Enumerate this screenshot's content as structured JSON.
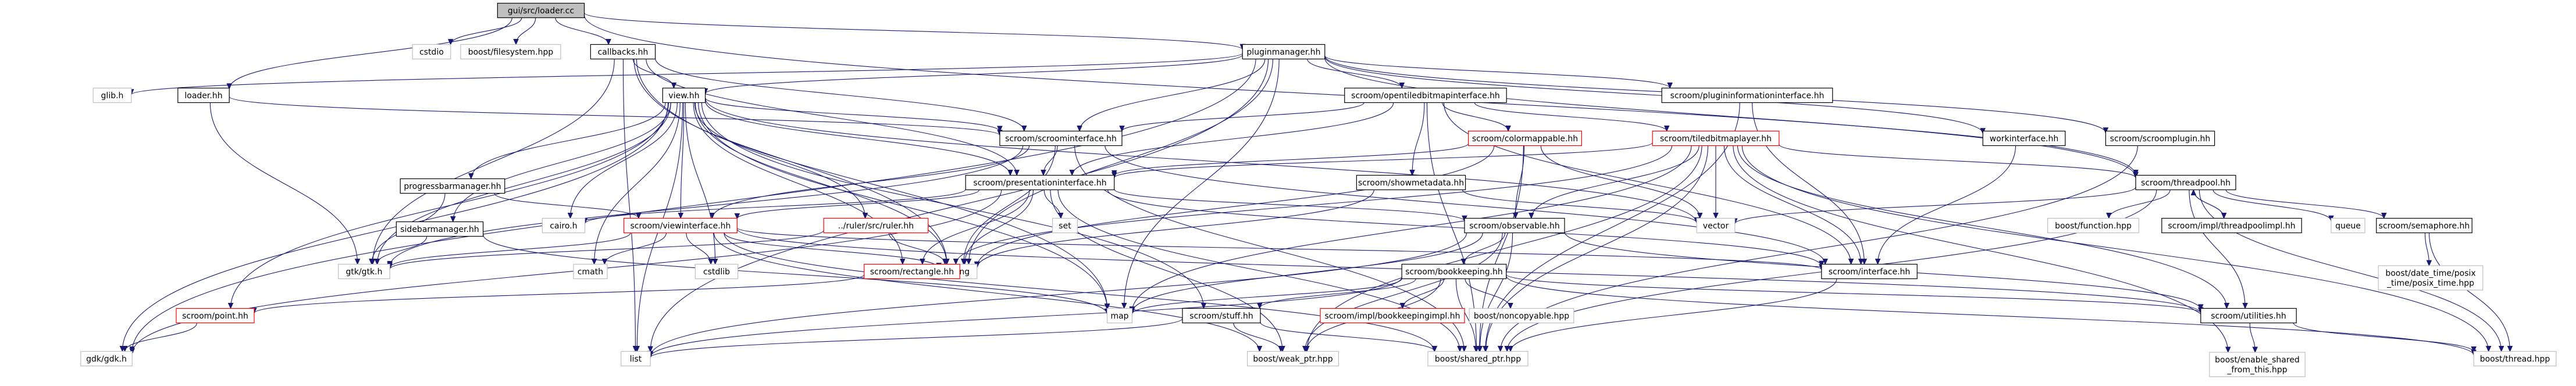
{
  "diagram": {
    "title": "",
    "nodes": [
      {
        "id": "loader_cc",
        "label": "gui/src/loader.cc",
        "style": "gray"
      },
      {
        "id": "cstdio",
        "label": "cstdio",
        "style": "light"
      },
      {
        "id": "fs",
        "label": "boost/filesystem.hpp",
        "style": "light"
      },
      {
        "id": "callbacks",
        "label": "callbacks.hh",
        "style": "normal"
      },
      {
        "id": "pluginmanager",
        "label": "pluginmanager.hh",
        "style": "normal"
      },
      {
        "id": "glib",
        "label": "glib.h",
        "style": "light"
      },
      {
        "id": "loader_hh",
        "label": "loader.hh",
        "style": "normal"
      },
      {
        "id": "view",
        "label": "view.hh",
        "style": "normal"
      },
      {
        "id": "opentiled",
        "label": "scroom/opentiledbitmapinterface.hh",
        "style": "normal"
      },
      {
        "id": "plugininfo",
        "label": "scroom/plugininformationinterface.hh",
        "style": "normal"
      },
      {
        "id": "workinterface",
        "label": "workinterface.hh",
        "style": "normal"
      },
      {
        "id": "scroomplugin",
        "label": "scroom/scroomplugin.hh",
        "style": "normal"
      },
      {
        "id": "scroominterface",
        "label": "scroom/scroominterface.hh",
        "style": "normal"
      },
      {
        "id": "colormappable",
        "label": "scroom/colormappable.hh",
        "style": "red"
      },
      {
        "id": "tiledbitmaplayer",
        "label": "scroom/tiledbitmaplayer.hh",
        "style": "red"
      },
      {
        "id": "progressbar",
        "label": "progressbarmanager.hh",
        "style": "normal"
      },
      {
        "id": "presentation",
        "label": "scroom/presentationinterface.hh",
        "style": "normal"
      },
      {
        "id": "showmetadata",
        "label": "scroom/showmetadata.hh",
        "style": "normal"
      },
      {
        "id": "threadpool",
        "label": "scroom/threadpool.hh",
        "style": "normal"
      },
      {
        "id": "sidebar",
        "label": "sidebarmanager.hh",
        "style": "normal"
      },
      {
        "id": "viewinterface",
        "label": "scroom/viewinterface.hh",
        "style": "red"
      },
      {
        "id": "ruler",
        "label": "../ruler/src/ruler.hh",
        "style": "red"
      },
      {
        "id": "cairo",
        "label": "cairo.h",
        "style": "light"
      },
      {
        "id": "set",
        "label": "set",
        "style": "light"
      },
      {
        "id": "observable",
        "label": "scroom/observable.hh",
        "style": "normal"
      },
      {
        "id": "vector",
        "label": "vector",
        "style": "light"
      },
      {
        "id": "boostfunction",
        "label": "boost/function.hpp",
        "style": "light"
      },
      {
        "id": "threadpoolimpl",
        "label": "scroom/impl/threadpoolimpl.hh",
        "style": "normal"
      },
      {
        "id": "queue",
        "label": "queue",
        "style": "light"
      },
      {
        "id": "semaphore",
        "label": "scroom/semaphore.hh",
        "style": "normal"
      },
      {
        "id": "gtk",
        "label": "gtk/gtk.h",
        "style": "light"
      },
      {
        "id": "cmath",
        "label": "cmath",
        "style": "light"
      },
      {
        "id": "cstdlib",
        "label": "cstdlib",
        "style": "light"
      },
      {
        "id": "string",
        "label": "string",
        "style": "light"
      },
      {
        "id": "rectangle",
        "label": "scroom/rectangle.hh",
        "style": "red"
      },
      {
        "id": "interface",
        "label": "scroom/interface.hh",
        "style": "normal"
      },
      {
        "id": "bookkeeping",
        "label": "scroom/bookkeeping.hh",
        "style": "normal"
      },
      {
        "id": "datetime",
        "label": "boost/date_time/posix\n_time/posix_time.hpp",
        "style": "light"
      },
      {
        "id": "point",
        "label": "scroom/point.hh",
        "style": "red"
      },
      {
        "id": "map",
        "label": "map",
        "style": "light"
      },
      {
        "id": "stuff",
        "label": "scroom/stuff.hh",
        "style": "normal"
      },
      {
        "id": "bookkeepingimpl",
        "label": "scroom/impl/bookkeepingimpl.hh",
        "style": "red"
      },
      {
        "id": "noncopyable",
        "label": "boost/noncopyable.hpp",
        "style": "light"
      },
      {
        "id": "utilities",
        "label": "scroom/utilities.hh",
        "style": "normal"
      },
      {
        "id": "gdk",
        "label": "gdk/gdk.h",
        "style": "light"
      },
      {
        "id": "list",
        "label": "list",
        "style": "light"
      },
      {
        "id": "weakptr",
        "label": "boost/weak_ptr.hpp",
        "style": "light"
      },
      {
        "id": "sharedptr",
        "label": "boost/shared_ptr.hpp",
        "style": "light"
      },
      {
        "id": "enableshared",
        "label": "boost/enable_shared\n_from_this.hpp",
        "style": "light"
      },
      {
        "id": "thread",
        "label": "boost/thread.hpp",
        "style": "light"
      }
    ],
    "edges": [
      [
        "loader_cc",
        "cstdio"
      ],
      [
        "loader_cc",
        "fs"
      ],
      [
        "loader_cc",
        "callbacks"
      ],
      [
        "loader_cc",
        "pluginmanager"
      ],
      [
        "loader_cc",
        "loader_hh"
      ],
      [
        "loader_cc",
        "threadpool"
      ],
      [
        "callbacks",
        "view"
      ],
      [
        "callbacks",
        "gtk"
      ],
      [
        "callbacks",
        "scroominterface"
      ],
      [
        "callbacks",
        "presentation"
      ],
      [
        "callbacks",
        "string"
      ],
      [
        "callbacks",
        "list"
      ],
      [
        "callbacks",
        "map"
      ],
      [
        "pluginmanager",
        "glib"
      ],
      [
        "pluginmanager",
        "view"
      ],
      [
        "pluginmanager",
        "opentiled"
      ],
      [
        "pluginmanager",
        "plugininfo"
      ],
      [
        "pluginmanager",
        "workinterface"
      ],
      [
        "pluginmanager",
        "scroomplugin"
      ],
      [
        "pluginmanager",
        "scroominterface"
      ],
      [
        "pluginmanager",
        "threadpool"
      ],
      [
        "pluginmanager",
        "string"
      ],
      [
        "pluginmanager",
        "map"
      ],
      [
        "pluginmanager",
        "list"
      ],
      [
        "pluginmanager",
        "gdk"
      ],
      [
        "loader_hh",
        "scroominterface"
      ],
      [
        "loader_hh",
        "gtk"
      ],
      [
        "view",
        "scroominterface"
      ],
      [
        "view",
        "presentation"
      ],
      [
        "view",
        "viewinterface"
      ],
      [
        "view",
        "progressbar"
      ],
      [
        "view",
        "sidebar"
      ],
      [
        "view",
        "ruler"
      ],
      [
        "view",
        "rectangle"
      ],
      [
        "view",
        "gtk"
      ],
      [
        "view",
        "cairo"
      ],
      [
        "view",
        "cmath"
      ],
      [
        "view",
        "cstdlib"
      ],
      [
        "view",
        "string"
      ],
      [
        "view",
        "map"
      ],
      [
        "view",
        "stuff"
      ],
      [
        "view",
        "point"
      ],
      [
        "view",
        "gdk"
      ],
      [
        "view",
        "vector"
      ],
      [
        "view",
        "list"
      ],
      [
        "opentiled",
        "tiledbitmaplayer"
      ],
      [
        "opentiled",
        "colormappable"
      ],
      [
        "opentiled",
        "showmetadata"
      ],
      [
        "opentiled",
        "scroominterface"
      ],
      [
        "opentiled",
        "presentation"
      ],
      [
        "opentiled",
        "interface"
      ],
      [
        "opentiled",
        "sharedptr"
      ],
      [
        "plugininfo",
        "interface"
      ],
      [
        "plugininfo",
        "sharedptr"
      ],
      [
        "workinterface",
        "interface"
      ],
      [
        "scroomplugin",
        "sharedptr"
      ],
      [
        "scroominterface",
        "presentation"
      ],
      [
        "scroominterface",
        "viewinterface"
      ],
      [
        "scroominterface",
        "interface"
      ],
      [
        "scroominterface",
        "gtk"
      ],
      [
        "scroominterface",
        "string"
      ],
      [
        "scroominterface",
        "sharedptr"
      ],
      [
        "colormappable",
        "observable"
      ],
      [
        "colormappable",
        "presentation"
      ],
      [
        "colormappable",
        "vector"
      ],
      [
        "colormappable",
        "sharedptr"
      ],
      [
        "colormappable",
        "string"
      ],
      [
        "tiledbitmaplayer",
        "presentation"
      ],
      [
        "tiledbitmaplayer",
        "threadpool"
      ],
      [
        "tiledbitmaplayer",
        "observable"
      ],
      [
        "tiledbitmaplayer",
        "vector"
      ],
      [
        "tiledbitmaplayer",
        "utilities"
      ],
      [
        "tiledbitmaplayer",
        "thread"
      ],
      [
        "tiledbitmaplayer",
        "enableshared"
      ],
      [
        "tiledbitmaplayer",
        "rectangle"
      ],
      [
        "tiledbitmaplayer",
        "sharedptr"
      ],
      [
        "tiledbitmaplayer",
        "weakptr"
      ],
      [
        "tiledbitmaplayer",
        "map"
      ],
      [
        "tiledbitmaplayer",
        "interface"
      ],
      [
        "progressbar",
        "viewinterface"
      ],
      [
        "progressbar",
        "gtk"
      ],
      [
        "presentation",
        "observable"
      ],
      [
        "presentation",
        "viewinterface"
      ],
      [
        "presentation",
        "rectangle"
      ],
      [
        "presentation",
        "cairo"
      ],
      [
        "presentation",
        "set"
      ],
      [
        "presentation",
        "string"
      ],
      [
        "presentation",
        "interface"
      ],
      [
        "presentation",
        "sharedptr"
      ],
      [
        "presentation",
        "weakptr"
      ],
      [
        "presentation",
        "gdk"
      ],
      [
        "showmetadata",
        "vector"
      ],
      [
        "showmetadata",
        "string"
      ],
      [
        "threadpool",
        "boostfunction"
      ],
      [
        "threadpool",
        "threadpoolimpl"
      ],
      [
        "threadpool",
        "queue"
      ],
      [
        "threadpool",
        "semaphore"
      ],
      [
        "threadpool",
        "vector"
      ],
      [
        "threadpool",
        "thread"
      ],
      [
        "threadpool",
        "sharedptr"
      ],
      [
        "threadpool",
        "utilities"
      ],
      [
        "threadpoolimpl",
        "threadpool"
      ],
      [
        "sidebar",
        "gtk"
      ],
      [
        "sidebar",
        "map"
      ],
      [
        "viewinterface",
        "gtk"
      ],
      [
        "viewinterface",
        "cmath"
      ],
      [
        "viewinterface",
        "cstdlib"
      ],
      [
        "viewinterface",
        "string"
      ],
      [
        "viewinterface",
        "sharedptr"
      ],
      [
        "viewinterface",
        "weakptr"
      ],
      [
        "viewinterface",
        "interface"
      ],
      [
        "viewinterface",
        "utilities"
      ],
      [
        "ruler",
        "gtk"
      ],
      [
        "ruler",
        "string"
      ],
      [
        "observable",
        "bookkeeping"
      ],
      [
        "observable",
        "map"
      ],
      [
        "observable",
        "list"
      ],
      [
        "observable",
        "sharedptr"
      ],
      [
        "observable",
        "weakptr"
      ],
      [
        "observable",
        "utilities"
      ],
      [
        "semaphore",
        "datetime"
      ],
      [
        "semaphore",
        "thread"
      ],
      [
        "rectangle",
        "point"
      ],
      [
        "bookkeeping",
        "map"
      ],
      [
        "bookkeeping",
        "stuff"
      ],
      [
        "bookkeeping",
        "bookkeepingimpl"
      ],
      [
        "bookkeeping",
        "noncopyable"
      ],
      [
        "bookkeeping",
        "utilities"
      ],
      [
        "bookkeeping",
        "sharedptr"
      ],
      [
        "bookkeeping",
        "weakptr"
      ],
      [
        "bookkeeping",
        "thread"
      ],
      [
        "bookkeeping",
        "list"
      ],
      [
        "point",
        "gdk"
      ],
      [
        "stuff",
        "list"
      ],
      [
        "stuff",
        "sharedptr"
      ],
      [
        "stuff",
        "weakptr"
      ],
      [
        "utilities",
        "enableshared"
      ],
      [
        "utilities",
        "thread"
      ],
      [
        "interface",
        "sharedptr"
      ]
    ]
  }
}
